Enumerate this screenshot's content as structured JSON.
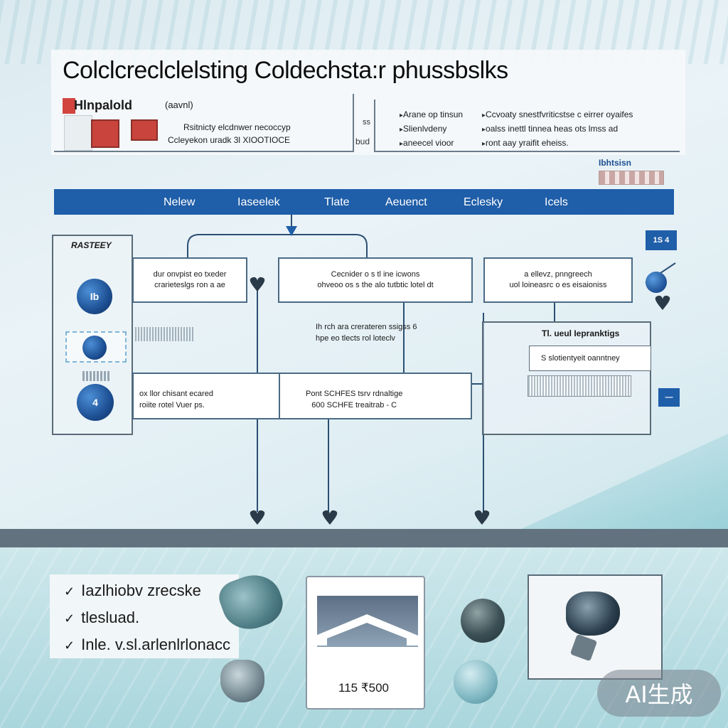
{
  "header": {
    "title": "Colclcreclclelsting Coldechsta:r phussbslks",
    "brand_name": "Hlnpalold",
    "brand_sub": "(aavnl)",
    "brand_line1": "Rsitnicty elcdnwer necoccyp",
    "brand_line2": "Ccleyekon uradk 3l XIOOTIOCE",
    "side_mark1": "ss",
    "side_mark2": "bud"
  },
  "info": {
    "left": [
      "Arane op tinsun",
      "Slienlvdeny",
      "aneecel vioor"
    ],
    "right": [
      "Ccvoaty snestfvriticstse c eirrer oyaifes",
      "oalss inettl tinnea heas ots lmss ad",
      "ront aay yraifit eheiss."
    ]
  },
  "mini_badge": "Ibhtsisn",
  "nav": {
    "items": [
      "Nelew",
      "Iaseelek",
      "Tlate",
      "Aeuenct",
      "Eclesky",
      "Icels"
    ]
  },
  "left_panel": {
    "title": "RASTEEY",
    "btn1": "Ib",
    "btn3": "4"
  },
  "flow": {
    "box1": [
      "dur onvpist eo txeder",
      "crarieteslgs ron a ae"
    ],
    "box2": [
      "Cecnider o s  tl ine icwons",
      "ohveoo os s the alo tutbtic lotel dt"
    ],
    "box3": [
      "a ellevz, pnngreech",
      "uol loineasrc o es eisaioniss"
    ],
    "mid_note": [
      "Ih rch ara crerateren ssigss 6",
      "hpe eo tlects rol loteclv"
    ],
    "box4_left": [
      "ox llor chisant ecared",
      "roiite rotel Vuer ps."
    ],
    "box4_right": [
      "Pont SCHFES tsrv rdnaltige",
      "600 SCHFE treaitrab - C"
    ]
  },
  "right_panel": {
    "title": "Tl. ueul Iepranktigs",
    "row1": "S slotientyeit oanntney",
    "btn_top": "1S 4",
    "btn_bottom": "—"
  },
  "bottom": {
    "list": [
      "Iazlhiobv zrecske",
      "tlesluad.",
      "Inle. v.sl.arlenlrlonacc"
    ],
    "price": "115 ₹500",
    "watermark": "AI生成"
  }
}
